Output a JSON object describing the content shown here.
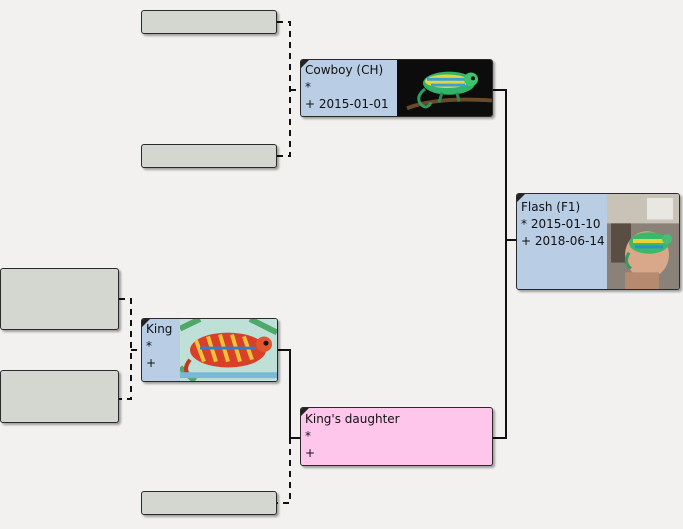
{
  "colors": {
    "background": "#f2f1f0",
    "male_box": "#b9cde5",
    "female_box": "#ffc6ec",
    "empty_box": "#d4d6d0"
  },
  "pedigree": {
    "subject": {
      "name": "Flash (F1)",
      "born": "* 2015-01-10",
      "died": "+ 2018-06-14",
      "photo": "chameleon-hand-photo"
    },
    "sire": {
      "name": "Cowboy (CH)",
      "born": "*",
      "died": "+ 2015-01-01",
      "photo": "chameleon-branch-photo"
    },
    "dam": {
      "name": "King's daughter",
      "born": "*",
      "died": "+"
    },
    "dam_sire": {
      "name": "King",
      "born": "*",
      "died": "+",
      "photo": "panther-chameleon-photo"
    },
    "empty_slots": [
      "sire-sire",
      "sire-dam",
      "dam-dam",
      "king-sire",
      "king-dam"
    ]
  }
}
